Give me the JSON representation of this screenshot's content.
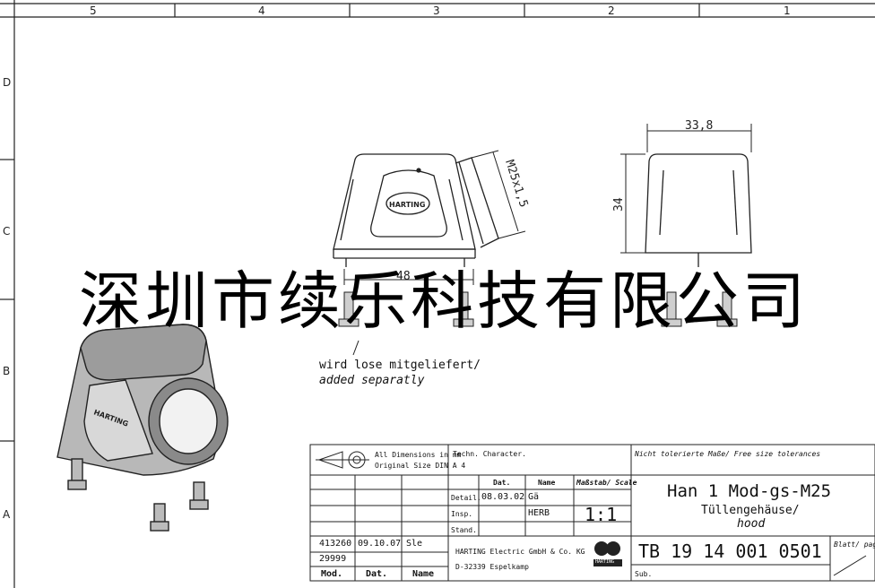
{
  "frame": {
    "top_zones": [
      "5",
      "4",
      "3",
      "2",
      "1"
    ],
    "side_zones": [
      "D",
      "C",
      "B",
      "A"
    ]
  },
  "views": {
    "front": {
      "dim_width": "48",
      "dim_thread": "M25x1,5",
      "logo": "HARTING"
    },
    "side": {
      "dim_width": "33,8",
      "dim_height": "34"
    },
    "iso": {
      "logo": "HARTING"
    }
  },
  "note": {
    "de": "wird lose mitgeliefert/",
    "en": "added separatly"
  },
  "watermark": "深圳市续乐科技有限公司",
  "title_block": {
    "dimensions_de": "All Dimensions in mm",
    "size_de": "Original Size DIN A 4",
    "techn_character": "Techn. Character.",
    "tolerances": "Nicht tolerierte Maße/ Free size tolerances",
    "col_dat": "Dat.",
    "col_name": "Name",
    "col_scale": "Maßstab/ Scale",
    "row_detail": "Detail.",
    "row_insp": "Insp.",
    "row_stand": "Stand.",
    "detail_date": "08.03.02",
    "detail_name": "Gä",
    "insp_name": "HERB",
    "scale_value": "1:1",
    "product_title": "Han 1 Mod-gs-M25",
    "product_sub_de": "Tüllengehäuse/",
    "product_sub_en": "hood",
    "rev1_mod": "413260",
    "rev1_date": "09.10.07",
    "rev1_name": "Sle",
    "rev2_mod": "29999",
    "mod_header": "Mod.",
    "dat_header": "Dat.",
    "name_header": "Name",
    "company": "HARTING Electric GmbH & Co. KG",
    "address": "D-32339 Espelkamp",
    "logo": "HARTING",
    "part_number": "TB 19 14 001 0501",
    "sheet_label": "Blatt/ page",
    "sub_label": "Sub."
  }
}
